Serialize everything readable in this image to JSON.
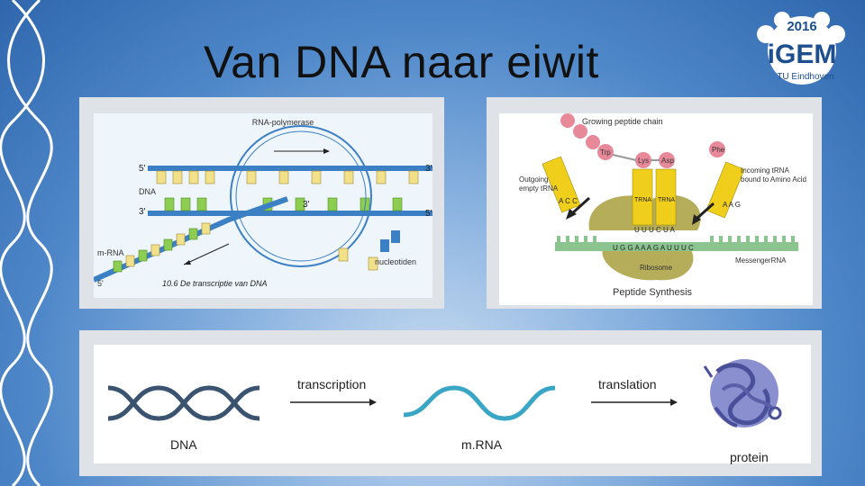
{
  "slide": {
    "title": "Van DNA naar eiwit"
  },
  "logo": {
    "letters": "iGEM",
    "year": "2016",
    "team": "TU Eindhoven"
  },
  "transcription_figure": {
    "enzyme_label": "RNA-polymerase",
    "dna_label": "DNA",
    "mrna_label": "m-RNA",
    "nucleotide_label": "nucleotiden",
    "end_5_top": "5'",
    "end_3_top": "3'",
    "end_3_left": "3'",
    "end_5_right": "5'",
    "end_3_inner": "3'",
    "end_5_bottom": "5'",
    "caption": "10.6  De transcriptie van DNA"
  },
  "translation_figure": {
    "growing_chain": "Growing peptide chain",
    "trp": "Trp",
    "lys": "Lys",
    "asp": "Asp",
    "phe": "Phe",
    "trna": "TRNA",
    "outgoing": "Outgoing",
    "outgoing2": "empty tRNA",
    "incoming": "Incoming  tRNA",
    "incoming2": "bound to Amino Acid",
    "acc": "A C C",
    "aag": "A A G",
    "uuu_cua": "U U U C U A",
    "codons": "U G G A A A G A U U U C",
    "ribosome": "Ribosome",
    "messenger": "MessengerRNA",
    "caption": "Peptide Synthesis"
  },
  "flow": {
    "transcription": "transcription",
    "translation": "translation",
    "dna": "DNA",
    "mrna": "m.RNA",
    "protein": "protein"
  },
  "colors": {
    "dna_helix": "#3a5470",
    "mrna_wave": "#3aa6c6",
    "protein": "#6a6fb8",
    "trna": "#f0cf1c",
    "ribosome": "#b5ad5a"
  }
}
